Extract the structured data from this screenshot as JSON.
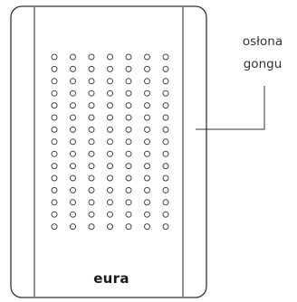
{
  "device": {
    "brand": "eura",
    "grille": {
      "rows": 15,
      "columns": 7
    }
  },
  "callout": {
    "line1": "osłona",
    "line2": "gongu"
  },
  "colors": {
    "stroke": "#333333",
    "dot": "#444444",
    "background": "#ffffff"
  }
}
